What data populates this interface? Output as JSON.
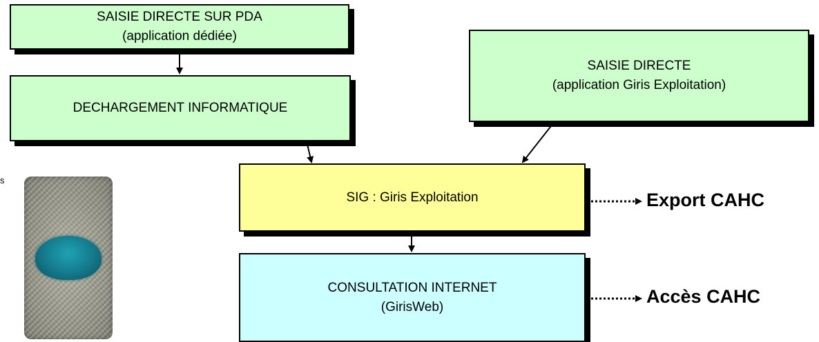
{
  "boxes": {
    "pda": {
      "line1": "SAISIE DIRECTE SUR PDA",
      "line2": "(application dédiée)",
      "color": "#ccffcc"
    },
    "dechargement": {
      "line1": "DECHARGEMENT INFORMATIQUE",
      "color": "#ccffcc"
    },
    "saisie_directe": {
      "line1": "SAISIE DIRECTE",
      "line2": "(application Giris Exploitation)",
      "color": "#ccffcc"
    },
    "sig": {
      "line1": "SIG : Giris Exploitation",
      "color": "#ffff99"
    },
    "consultation": {
      "line1": "CONSULTATION INTERNET",
      "line2": "(GirisWeb)",
      "color": "#ccffff"
    }
  },
  "outputs": {
    "export": "Export CAHC",
    "acces": "Accès CAHC"
  },
  "edge_mark": "s",
  "device": {
    "icon": "pda-device-icon"
  }
}
